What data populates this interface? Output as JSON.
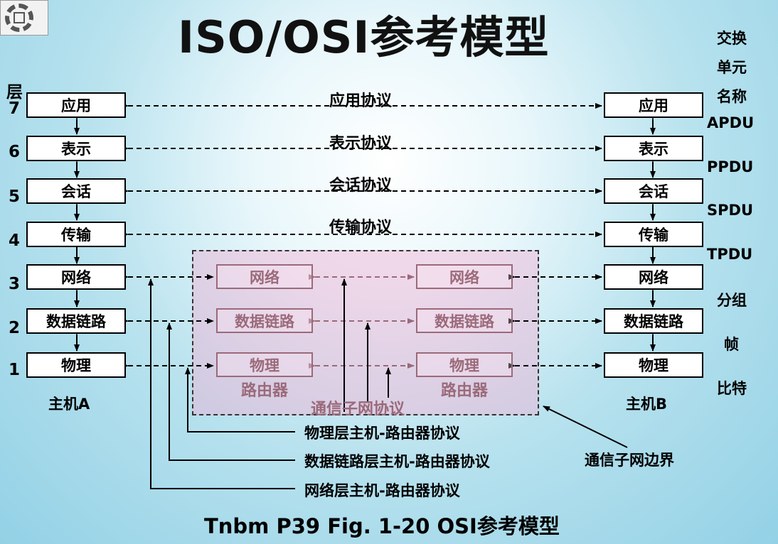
{
  "title": "ISO/OSI参考模型",
  "caption": "Tnbm P39  Fig. 1-20 OSI参考模型",
  "layer_header": "层",
  "layer_numbers": [
    "7",
    "6",
    "5",
    "4",
    "3",
    "2",
    "1"
  ],
  "host_a": {
    "name": "主机A",
    "layers": [
      "应用",
      "表示",
      "会话",
      "传输",
      "网络",
      "数据链路",
      "物理"
    ]
  },
  "host_b": {
    "name": "主机B",
    "layers": [
      "应用",
      "表示",
      "会话",
      "传输",
      "网络",
      "数据链路",
      "物理"
    ]
  },
  "protocols": [
    "应用协议",
    "表示协议",
    "会话协议",
    "传输协议"
  ],
  "routers": {
    "left": [
      "网络",
      "数据链路",
      "物理"
    ],
    "right": [
      "网络",
      "数据链路",
      "物理"
    ],
    "router_label": "路由器",
    "subnet_protocol": "通信子网协议"
  },
  "unit_header": [
    "交换",
    "单元",
    "名称"
  ],
  "units": [
    "APDU",
    "PPDU",
    "SPDU",
    "TPDU",
    "分组",
    "帧",
    "比特"
  ],
  "annotations": {
    "physical": "物理层主机-路由器协议",
    "datalink": "数据链路层主机-路由器协议",
    "network": "网络层主机-路由器协议",
    "subnet_boundary": "通信子网边界"
  },
  "colors": {
    "subnet_fill": "#f0afd2",
    "router_text": "#9b6a7a"
  }
}
